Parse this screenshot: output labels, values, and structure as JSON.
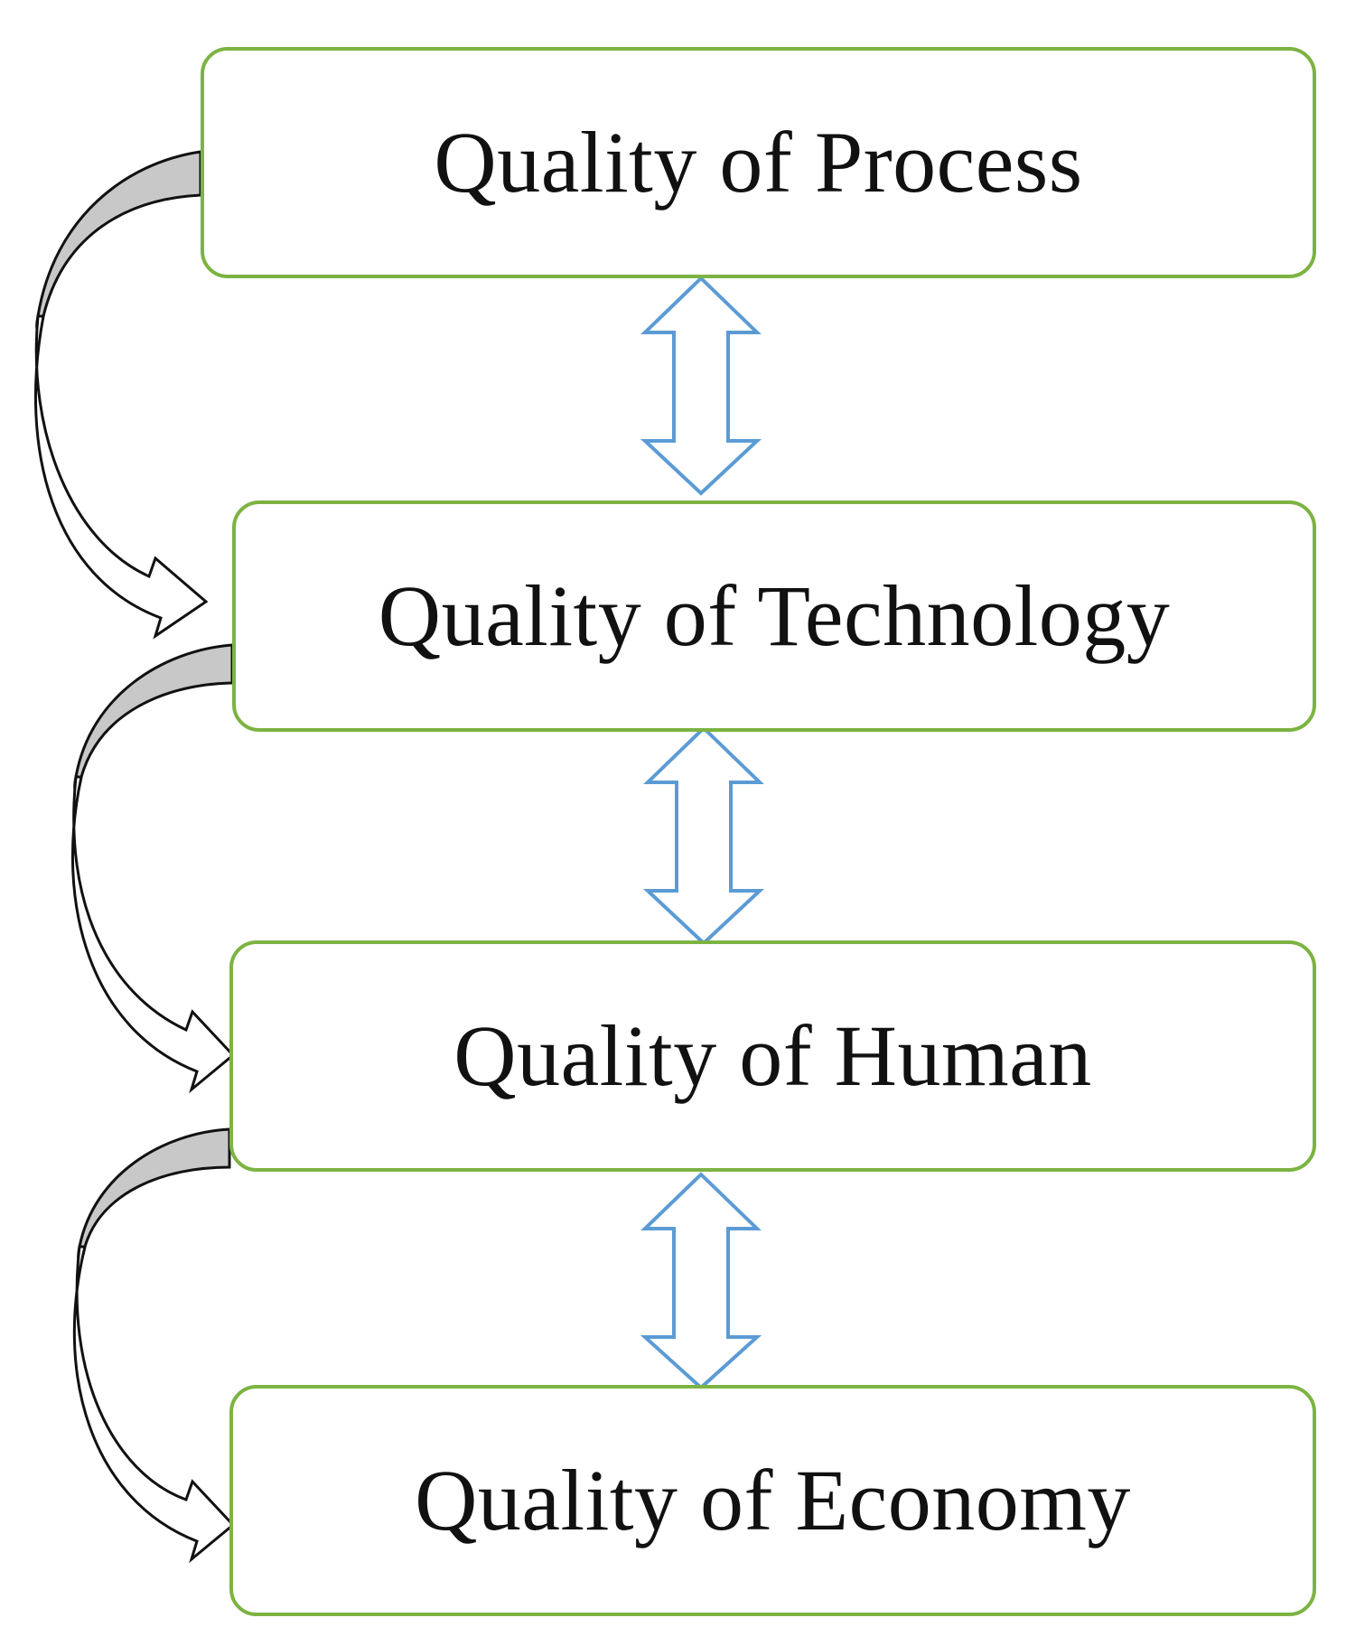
{
  "diagram": {
    "nodes": [
      {
        "id": "process",
        "label": "Quality of Process"
      },
      {
        "id": "technology",
        "label": "Quality of Technology"
      },
      {
        "id": "human",
        "label": "Quality of Human"
      },
      {
        "id": "economy",
        "label": "Quality of Economy"
      }
    ],
    "edges": [
      {
        "from": "process",
        "to": "technology",
        "kind": "bidirectional"
      },
      {
        "from": "technology",
        "to": "human",
        "kind": "bidirectional"
      },
      {
        "from": "human",
        "to": "economy",
        "kind": "bidirectional"
      },
      {
        "from": "process",
        "to": "technology",
        "kind": "curved-directional"
      },
      {
        "from": "technology",
        "to": "human",
        "kind": "curved-directional"
      },
      {
        "from": "human",
        "to": "economy",
        "kind": "curved-directional"
      }
    ]
  },
  "colors": {
    "box_border": "#7cb342",
    "double_arrow_stroke": "#5b9bd5",
    "curved_arrow_stroke": "#111111",
    "curved_arrow_tail_fill": "#c8c8c8",
    "text": "#111111",
    "background": "#ffffff"
  }
}
